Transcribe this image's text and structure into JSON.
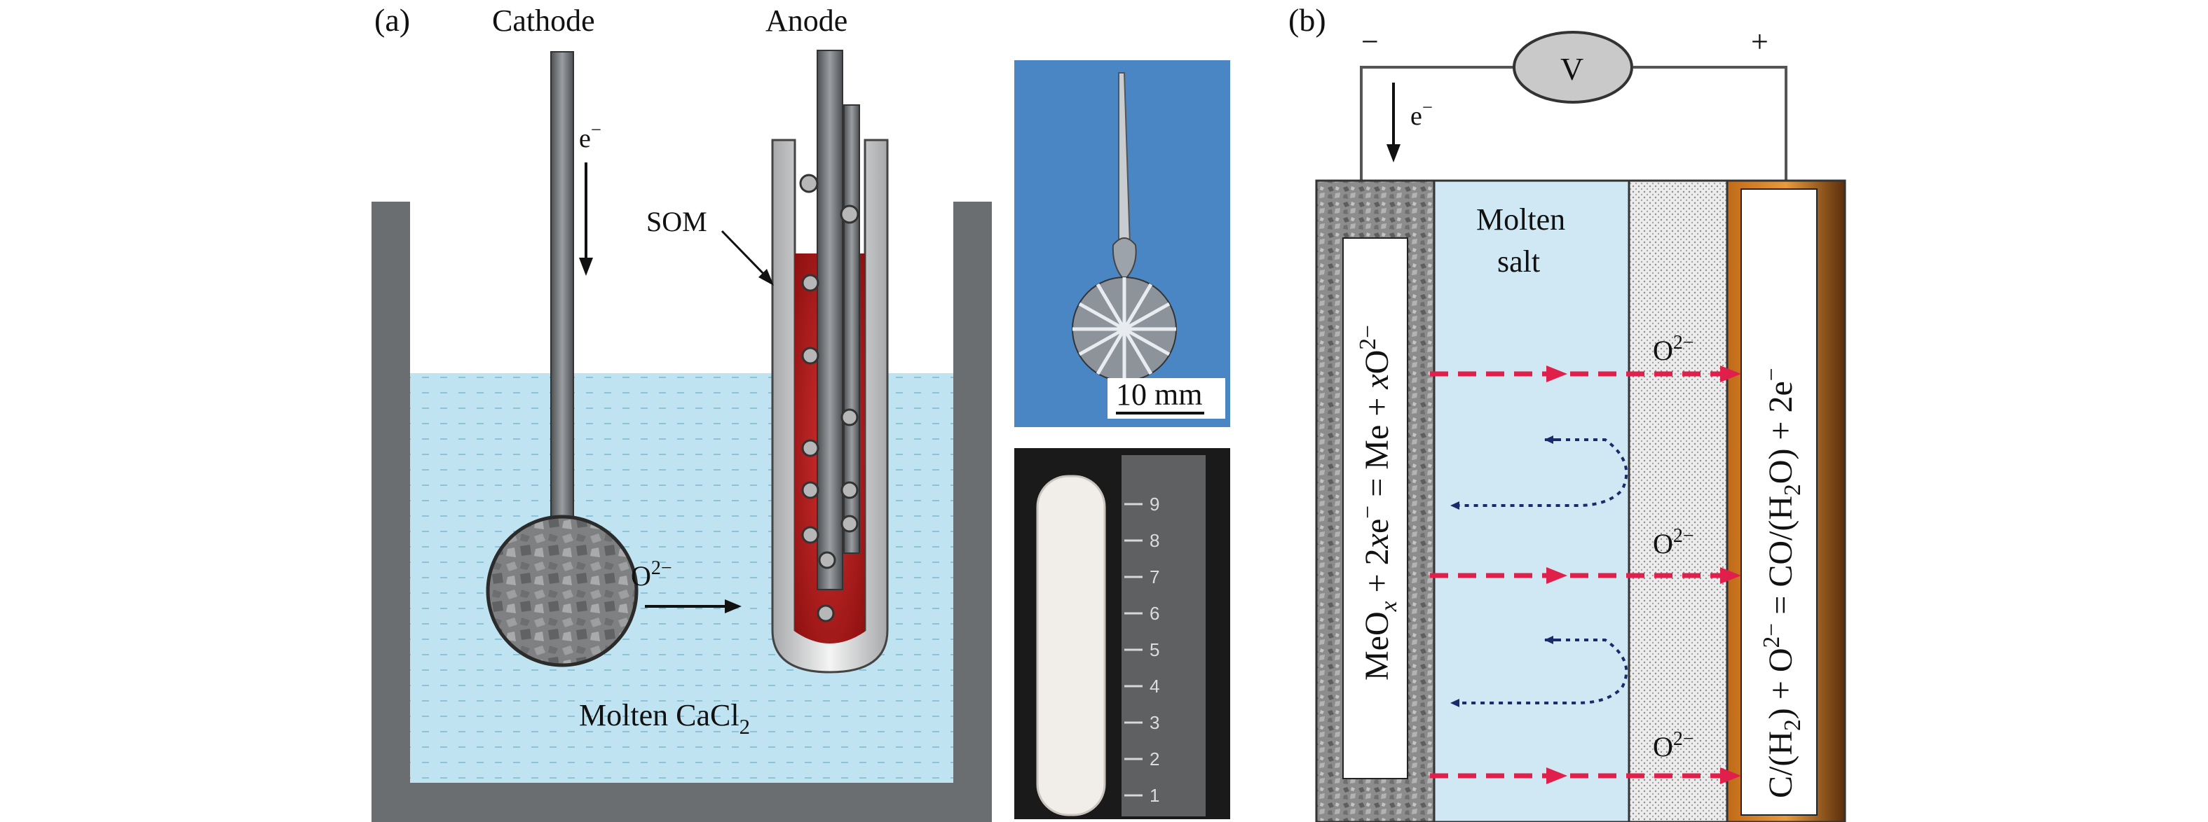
{
  "panel_a": {
    "label": "(a)",
    "cathode_label": "Cathode",
    "anode_label": "Anode",
    "electron_label": "e",
    "electron_sup": "−",
    "som_label": "SOM",
    "oxide_ion_label": "O",
    "oxide_ion_sup": "2−",
    "molten_label": "Molten CaCl",
    "molten_sub": "2"
  },
  "photos": {
    "scale_bar_label": "10 mm",
    "ruler_marks": [
      "9",
      "8",
      "7",
      "6",
      "5",
      "4",
      "3",
      "2",
      "1"
    ]
  },
  "panel_b": {
    "label": "(b)",
    "minus_sign": "−",
    "plus_sign": "+",
    "voltmeter_label": "V",
    "electron_label": "e",
    "electron_sup": "−",
    "molten_salt_line1": "Molten",
    "molten_salt_line2": "salt",
    "oxide_ion_labels": [
      "O",
      "O",
      "O"
    ],
    "oxide_ion_sup": "2−",
    "cathode_reaction": "MeO",
    "cathode_reaction_sub": "x",
    "cathode_reaction_rest1": " + 2",
    "cathode_reaction_x1": "x",
    "cathode_reaction_rest2": "e",
    "cathode_reaction_sup1": "−",
    "cathode_reaction_rest3": " = Me + ",
    "cathode_reaction_x2": "x",
    "cathode_reaction_rest4": "O",
    "cathode_reaction_sup2": "2−",
    "anode_reaction_p1": "C/(H",
    "anode_reaction_sub1": "2",
    "anode_reaction_p2": ") + O",
    "anode_reaction_sup1": "2−",
    "anode_reaction_p3": " = CO/(H",
    "anode_reaction_sub2": "2",
    "anode_reaction_p4": "O) + 2e",
    "anode_reaction_sup2": "−"
  },
  "colors": {
    "molten_bath": "#bfe3f0",
    "crucible_wall": "#6b6e70",
    "som_interior": "#b01818",
    "photo_background": "#4a86c4",
    "ion_arrow": "#e0204a",
    "electrolyte_b": "#cfe8f3"
  }
}
